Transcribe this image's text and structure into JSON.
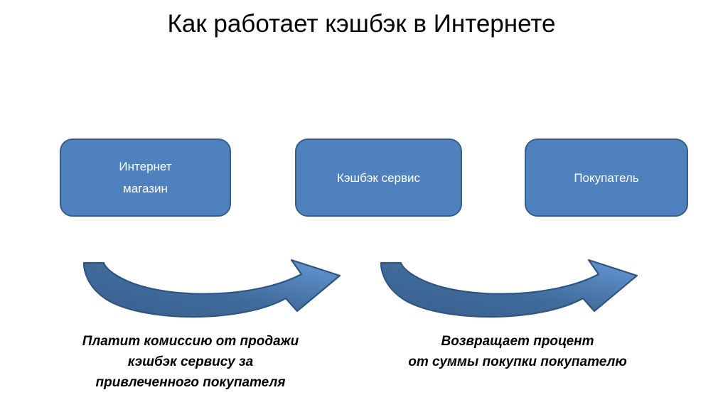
{
  "slide": {
    "title": "Как работает кэшбэк в Интернете",
    "background_color": "#ffffff"
  },
  "theme": {
    "box_fill": "#4E81BD",
    "box_border": "#385D8A",
    "box_text_color": "#FFFFFF",
    "arrow_fill_light": "#5B8FCB",
    "arrow_fill_dark": "#39618F",
    "arrow_outline": "#2E5584",
    "title_color": "#000000",
    "caption_color": "#000000"
  },
  "nodes": [
    {
      "id": "shop",
      "label": "Интернет\nмагазин",
      "icon": "rounded-rectangle-shape"
    },
    {
      "id": "service",
      "label": "Кэшбэк сервис",
      "icon": "rounded-rectangle-shape"
    },
    {
      "id": "buyer",
      "label": "Покупатель",
      "icon": "rounded-rectangle-shape"
    }
  ],
  "arrows": [
    {
      "id": "shop-to-service",
      "icon": "curved-up-arrow-icon",
      "from": "shop",
      "to": "service",
      "direction": "left-to-right"
    },
    {
      "id": "service-to-buyer",
      "icon": "curved-up-arrow-icon",
      "from": "service",
      "to": "buyer",
      "direction": "left-to-right"
    }
  ],
  "captions": [
    {
      "id": "left",
      "text": "Платит комиссию от продажи\nкэшбэк сервису за\nпривлеченного покупателя"
    },
    {
      "id": "right",
      "text": "Возвращает процент\nот суммы покупки покупателю"
    }
  ]
}
